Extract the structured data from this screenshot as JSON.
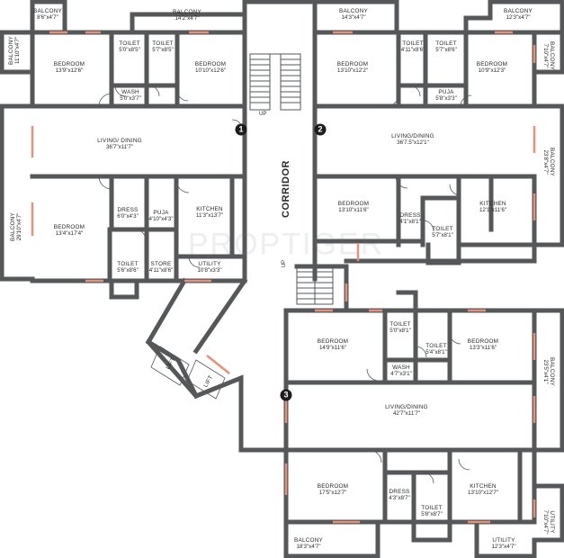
{
  "watermark": "PROPTIGER",
  "corridor_label": "CORRIDOR",
  "up_labels": [
    "UP",
    "UP"
  ],
  "unit_numbers": [
    "1",
    "2",
    "3"
  ],
  "rooms": [
    {
      "key": "balcony-a1",
      "name": "BALCONY",
      "dim": "8'6\"x4'7\""
    },
    {
      "key": "balcony-a2",
      "name": "BALCONY",
      "dim": "14'2\"x4'7\""
    },
    {
      "key": "balcony-a3",
      "name": "BALCONY",
      "dim": "11'10\"x4'7\""
    },
    {
      "key": "bedroom-a1",
      "name": "BEDROOM",
      "dim": "13'9\"x12'6\""
    },
    {
      "key": "toilet-a1",
      "name": "TOILET",
      "dim": "5'0\"x8'5\""
    },
    {
      "key": "toilet-a2",
      "name": "TOILET",
      "dim": "5'7\"x8'5\""
    },
    {
      "key": "bedroom-a2",
      "name": "BEDROOM",
      "dim": "10'10\"x12'6\""
    },
    {
      "key": "wash-a",
      "name": "WASH",
      "dim": "5'0\"x3'7\""
    },
    {
      "key": "living-a",
      "name": "LIVING/ DINING",
      "dim": "36'7\"x11'7\""
    },
    {
      "key": "balcony-a4",
      "name": "BALCONY",
      "dim": "29'10\"x4'7\""
    },
    {
      "key": "bedroom-a3",
      "name": "BEDROOM",
      "dim": "13'4\"x17'4\""
    },
    {
      "key": "dress-a",
      "name": "DRESS",
      "dim": "6'0\"x4'3\""
    },
    {
      "key": "puja-a",
      "name": "PUJA",
      "dim": "4'10\"x4'3\""
    },
    {
      "key": "kitchen-a",
      "name": "KITCHEN",
      "dim": "11'3\"x13'7\""
    },
    {
      "key": "toilet-a3",
      "name": "TOILET",
      "dim": "5'6\"x8'6\""
    },
    {
      "key": "store-a",
      "name": "STORE",
      "dim": "4'11\"x8'6\""
    },
    {
      "key": "utility-a",
      "name": "UTILITY",
      "dim": "10'8\"x3'3\""
    },
    {
      "key": "balcony-b1",
      "name": "BALCONY",
      "dim": "14'3\"x4'7\""
    },
    {
      "key": "balcony-b2",
      "name": "BALCONY",
      "dim": "12'3\"x4'7\""
    },
    {
      "key": "bedroom-b1",
      "name": "BEDROOM",
      "dim": "13'10\"x12'2\""
    },
    {
      "key": "toilet-b1",
      "name": "TOILET",
      "dim": "4'11\"x8'6\""
    },
    {
      "key": "toilet-b2",
      "name": "TOILET",
      "dim": "5'7\"x8'6\""
    },
    {
      "key": "bedroom-b2",
      "name": "BEDROOM",
      "dim": "10'9\"x12'3\""
    },
    {
      "key": "balcony-b3",
      "name": "BALCONY",
      "dim": "7'10\"x4'7\""
    },
    {
      "key": "puja-b",
      "name": "PUJA",
      "dim": "5'8\"x3'3\""
    },
    {
      "key": "living-b",
      "name": "LIVING/DINING",
      "dim": "36'7.5\"x12'1\""
    },
    {
      "key": "balcony-b4",
      "name": "BALCONY",
      "dim": "23'8\"x4'7\""
    },
    {
      "key": "bedroom-b3",
      "name": "BEDROOM",
      "dim": "13'10\"x11'6\""
    },
    {
      "key": "dress-b",
      "name": "DRESS",
      "dim": "4'1\"x8'1\""
    },
    {
      "key": "toilet-b3",
      "name": "TOILET",
      "dim": "5'7\"x8'1\""
    },
    {
      "key": "kitchen-b",
      "name": "KITCHEN",
      "dim": "12'1\"x11'6\""
    },
    {
      "key": "lift-1",
      "name": "LIFT",
      "dim": ""
    },
    {
      "key": "lift-2",
      "name": "LIFT",
      "dim": ""
    },
    {
      "key": "bedroom-c1",
      "name": "BEDROOM",
      "dim": "14'9\"x11'6\""
    },
    {
      "key": "toilet-c1",
      "name": "TOILET",
      "dim": "5'0\"x8'1\""
    },
    {
      "key": "toilet-c2",
      "name": "TOILET",
      "dim": "5'4\"x8'1\""
    },
    {
      "key": "bedroom-c2",
      "name": "BEDROOM",
      "dim": "13'3\"x11'6\""
    },
    {
      "key": "wash-c",
      "name": "WASH",
      "dim": "4'7\"x3'1\""
    },
    {
      "key": "balcony-c1",
      "name": "BALCONY",
      "dim": "23'5\"x4'1\""
    },
    {
      "key": "living-c",
      "name": "LIVING/DINING",
      "dim": "42'7\"x11'7\""
    },
    {
      "key": "bedroom-c3",
      "name": "BEDROOM",
      "dim": "17'5\"x12'7\""
    },
    {
      "key": "dress-c",
      "name": "DRESS",
      "dim": "4'3\"x8'7\""
    },
    {
      "key": "toilet-c3",
      "name": "TOILET",
      "dim": "5'8\"x8'7\""
    },
    {
      "key": "kitchen-c",
      "name": "KITCHEN",
      "dim": "13'10\"x12'7\""
    },
    {
      "key": "utility-c1",
      "name": "UTILITY",
      "dim": "7'10\"x4'7\""
    },
    {
      "key": "balcony-c2",
      "name": "BALCONY",
      "dim": "18'3\"x4'7\""
    },
    {
      "key": "utility-c2",
      "name": "UTILITY",
      "dim": "12'3\"x4'7\""
    }
  ],
  "colors": {
    "wall": "#555759",
    "opening": "#e8917a",
    "text": "#2b2b2b",
    "badge": "#1c1c1c"
  }
}
